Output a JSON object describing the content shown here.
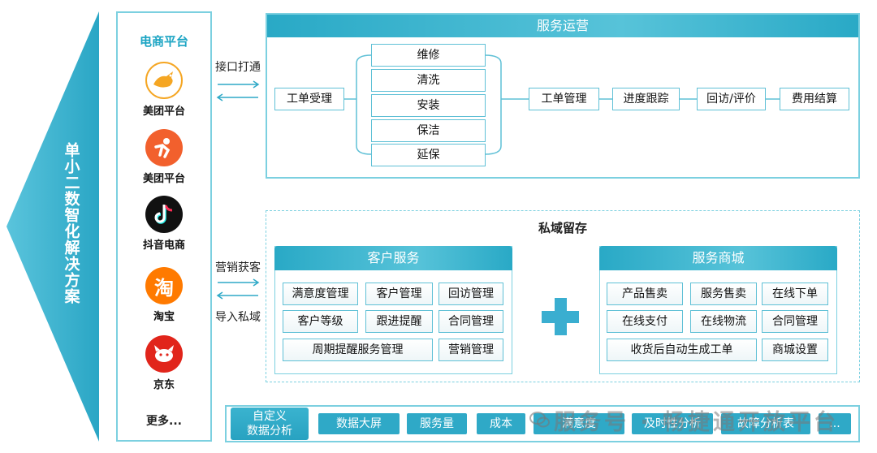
{
  "left_title": "单小二数智化解决方案",
  "platforms": {
    "title": "电商平台",
    "items": [
      {
        "name": "美团平台",
        "icon": "kangaroo-icon",
        "color": "#f5a623"
      },
      {
        "name": "美团平台",
        "icon": "runner-icon",
        "color": "#f2602d"
      },
      {
        "name": "抖音电商",
        "icon": "tiktok-icon",
        "color": "#111111"
      },
      {
        "name": "淘宝",
        "icon": "taobao-icon",
        "color": "#ff7a00",
        "glyph": "淘"
      },
      {
        "name": "京东",
        "icon": "jd-dog-icon",
        "color": "#e1251b"
      }
    ],
    "more": "更多..."
  },
  "connections": {
    "top": "接口打通",
    "bottom_top": "营销获客",
    "bottom_bottom": "导入私域"
  },
  "service": {
    "title": "服务运营",
    "intake": "工单受理",
    "types": [
      "维修",
      "清洗",
      "安装",
      "保洁",
      "延保"
    ],
    "flow": [
      "工单管理",
      "进度跟踪",
      "回访/评价",
      "费用结算"
    ]
  },
  "private": {
    "title": "私域留存",
    "customer": {
      "title": "客户服务",
      "cells": [
        "满意度管理",
        "客户管理",
        "回访管理",
        "客户等级",
        "跟进提醒",
        "合同管理",
        "周期提醒服务管理",
        "营销管理"
      ]
    },
    "mall": {
      "title": "服务商城",
      "cells": [
        "产品售卖",
        "服务售卖",
        "在线下单",
        "在线支付",
        "在线物流",
        "合同管理",
        "收货后自动生成工单",
        "商城设置"
      ]
    }
  },
  "analytics": {
    "title_line1": "自定义",
    "title_line2": "数据分析",
    "metrics": [
      "数据大屏",
      "服务量",
      "成本",
      "满意度",
      "及时性分析",
      "故障分析表",
      "..."
    ]
  },
  "watermark": "服务号 · 畅捷通开放平台",
  "colors": {
    "accent": "#2fa9c7",
    "border": "#7cd0e0"
  }
}
